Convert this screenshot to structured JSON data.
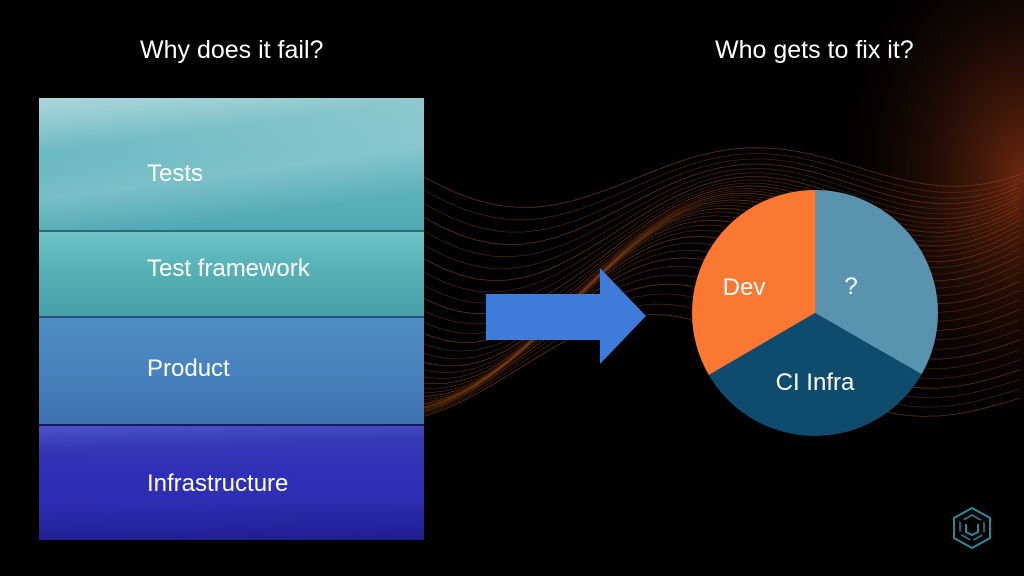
{
  "slide": {
    "left_heading": "Why does it fail?",
    "right_heading": "Who gets to fix it?"
  },
  "layers": [
    {
      "label": "Tests",
      "color": "#6fbcc3"
    },
    {
      "label": "Test framework",
      "color": "#58b2b8"
    },
    {
      "label": "Product",
      "color": "#4a83bf"
    },
    {
      "label": "Infrastructure",
      "color": "#2c2bb0"
    }
  ],
  "arrow": {
    "color": "#3f7cd9",
    "icon": "right-arrow-icon"
  },
  "pie": {
    "slices": [
      {
        "label": "?",
        "value": 0.333,
        "color": "#5a93b0"
      },
      {
        "label": "CI Infra",
        "value": 0.333,
        "color": "#0e4b6c"
      },
      {
        "label": "Dev",
        "value": 0.334,
        "color": "#fb7833"
      }
    ]
  },
  "logo": {
    "icon": "hexagon-logo-icon",
    "color": "#2e8a92"
  }
}
